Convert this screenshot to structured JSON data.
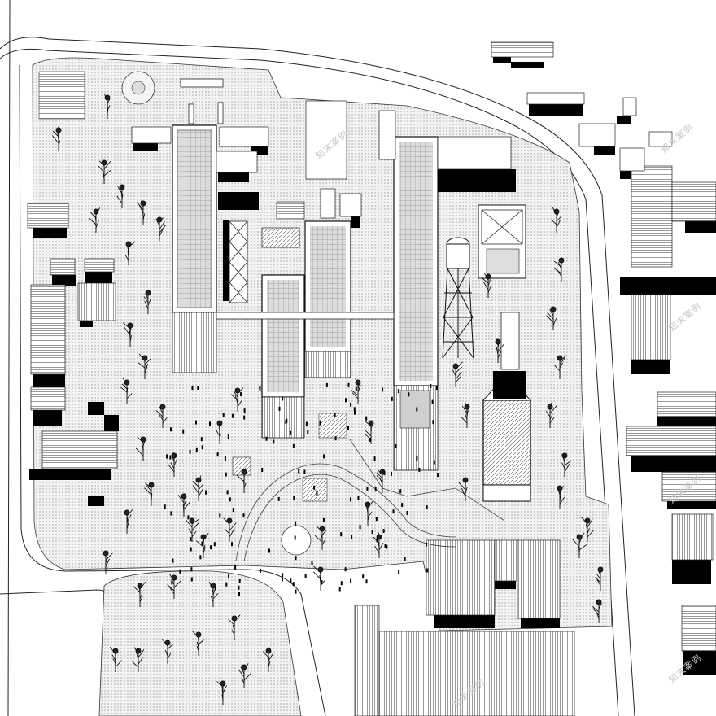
{
  "map": {
    "colors": {
      "paper": "#ffffff",
      "ground": "#ececec",
      "ink": "#000000",
      "line": "#222222",
      "roof_light": "#d4d4d4",
      "roof_mid": "#bdbdbd",
      "watermark": "#c9c9c9"
    },
    "watermarks": [
      "知末案例",
      "知末案例",
      "知末案例",
      "知末案例",
      "知末案例",
      "知末案例"
    ]
  }
}
